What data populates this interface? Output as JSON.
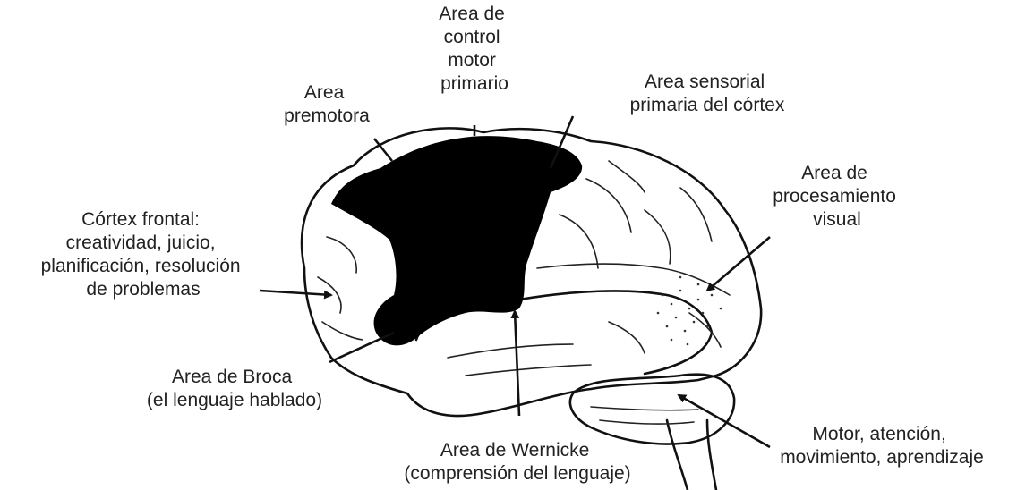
{
  "labels": {
    "motor_primary": [
      "Area de",
      "control",
      "motor",
      "primario"
    ],
    "premotor": [
      "Area",
      "premotora"
    ],
    "sensory": [
      "Area sensorial",
      "primaria del córtex"
    ],
    "visual": [
      "Area de",
      "procesamiento",
      "visual"
    ],
    "frontal": [
      "Córtex frontal:",
      "creatividad, juicio,",
      "planificación, resolución",
      "de problemas"
    ],
    "broca": [
      "Area de Broca",
      "(el lenguaje hablado)"
    ],
    "wernicke": [
      "Area de Wernicke",
      "(comprensión del lenguaje)"
    ],
    "cerebellum": [
      "Motor, atención,",
      "movimiento, aprendizaje"
    ]
  },
  "colors": {
    "ink": "#111111",
    "region_fill": "#000000",
    "background": "#ffffff"
  }
}
